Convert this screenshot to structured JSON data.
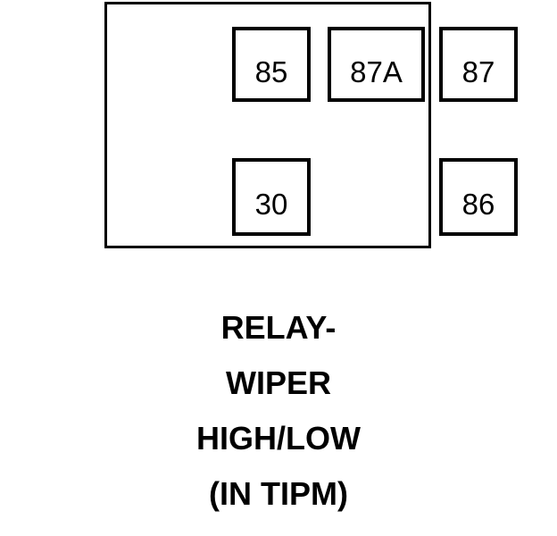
{
  "diagram": {
    "kind": "relay-terminal-pinout",
    "component_name": "RELAY- WIPER HIGH/LOW (IN TIPM)",
    "body": {
      "shape": "rectangle",
      "stroke_color": "#000000",
      "fill_color": "#ffffff"
    },
    "terminals": [
      {
        "id": "t-85",
        "label": "85",
        "row": "top",
        "column": "left"
      },
      {
        "id": "t-87a",
        "label": "87A",
        "row": "top",
        "column": "center"
      },
      {
        "id": "t-87",
        "label": "87",
        "row": "top",
        "column": "right"
      },
      {
        "id": "t-30",
        "label": "30",
        "row": "bottom",
        "column": "left"
      },
      {
        "id": "t-86",
        "label": "86",
        "row": "bottom",
        "column": "right"
      }
    ],
    "caption": {
      "lines": [
        "RELAY-",
        "WIPER",
        "HIGH/LOW",
        "(IN TIPM)"
      ]
    }
  },
  "colors": {
    "ink": "#000000",
    "paper": "#ffffff"
  }
}
